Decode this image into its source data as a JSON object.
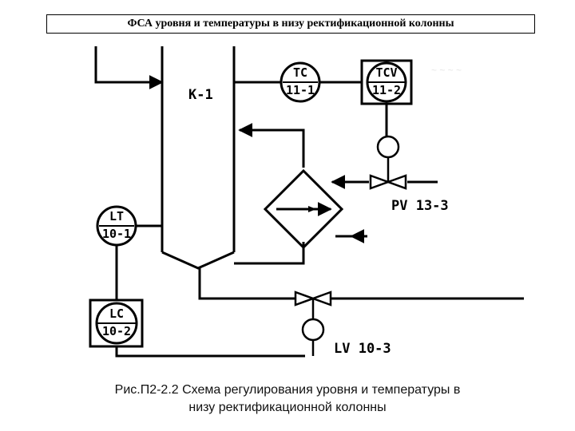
{
  "title": "ФСА уровня и температуры в низу ректификационной колонны",
  "column_label": "К-1",
  "instruments": {
    "tc_top": "ТС",
    "tc_bottom": "11-1",
    "tcv_top": "ТСV",
    "tcv_bottom": "11-2",
    "lt_top": "LT",
    "lt_bottom": "10-1",
    "lc_top": "LC",
    "lc_bottom": "10-2"
  },
  "valves": {
    "pv": "PV 13-3",
    "lv": "LV 10-3"
  },
  "caption": {
    "line1": "Рис.П2-2.2 Схема регулирования уровня и температуры в",
    "line2": "низу ректификационной колонны"
  }
}
